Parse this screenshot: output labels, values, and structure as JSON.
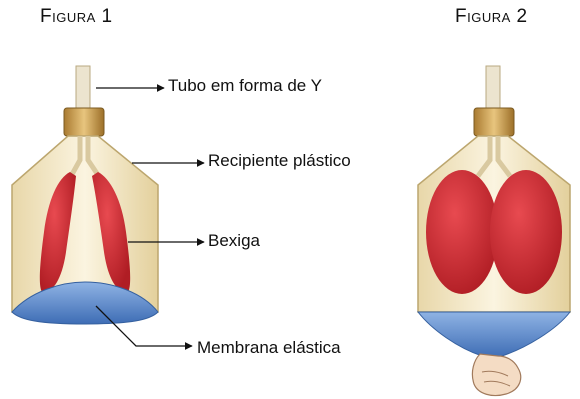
{
  "figures": [
    {
      "title": "Figura 1"
    },
    {
      "title": "Figura 2"
    }
  ],
  "labels": {
    "tube": "Tubo em forma de Y",
    "container": "Recipiente plástico",
    "bladder": "Bexiga",
    "membrane": "Membrana elástica"
  },
  "colors": {
    "container_fill": "#f3e6c3",
    "balloon": "#c8242b",
    "membrane": "#4f7fc4",
    "cap": "#c79a4a"
  }
}
